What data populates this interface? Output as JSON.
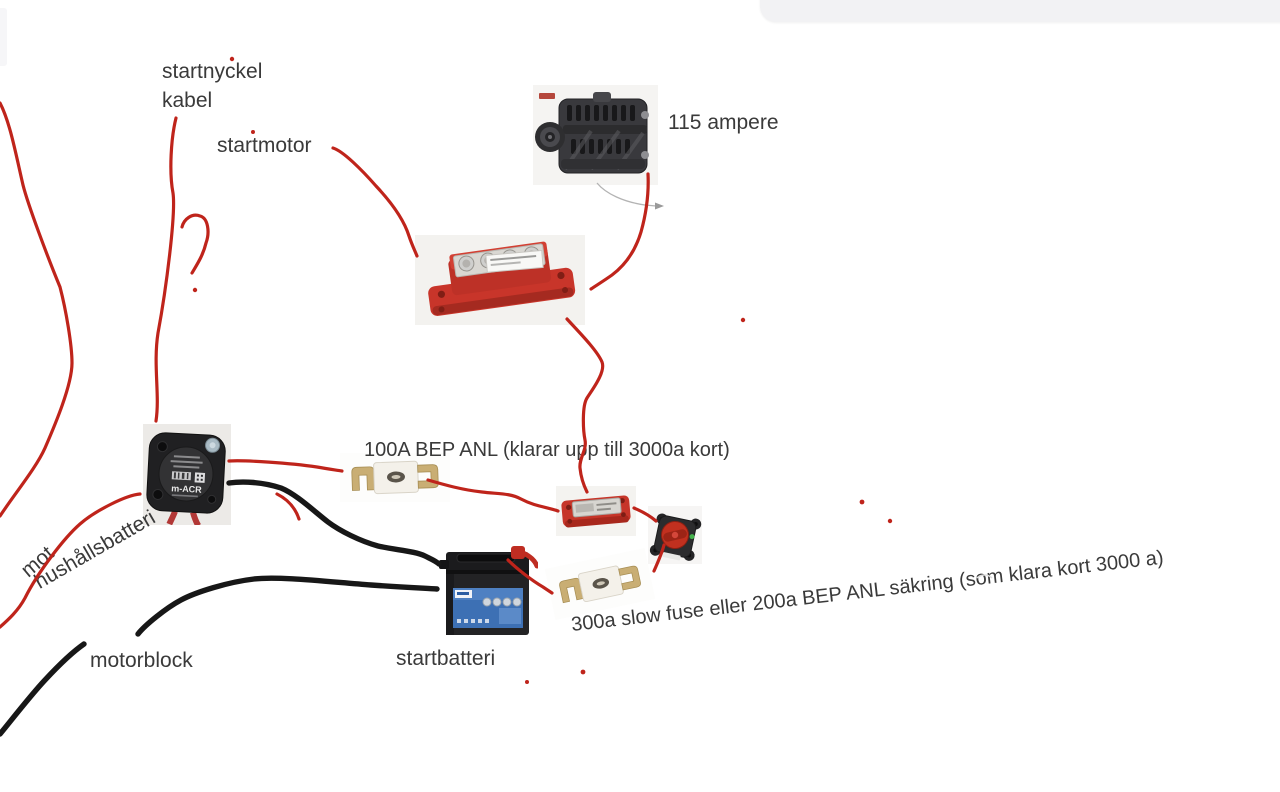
{
  "labels": {
    "startnyckel": "startnyckel",
    "kabel": "kabel",
    "startmotor": "startmotor",
    "ampere_115": "115 ampere",
    "fuse_100a": "100A BEP ANL (klarar upp till 3000a kort)",
    "mot": "mot",
    "hushallsbatteri": "hushållsbatteri",
    "motorblock": "motorblock",
    "startbatteri": "startbatteri",
    "fuse_300a": "300a slow fuse eller 200a BEP ANL säkring (som klara kort 3000 a)"
  },
  "components": {
    "acr": {
      "label": "m-ACR"
    }
  },
  "colors": {
    "wire_red": "#bf241b",
    "wire_black": "#171717",
    "label_text": "#3a3a3a",
    "busbar_red": "#c8352a",
    "fuse_brass": "#c9ae74",
    "switch_knob_red": "#c1301f",
    "battery_label_blue": "#3d70b4",
    "panel_gray": "#f2f2f4"
  }
}
